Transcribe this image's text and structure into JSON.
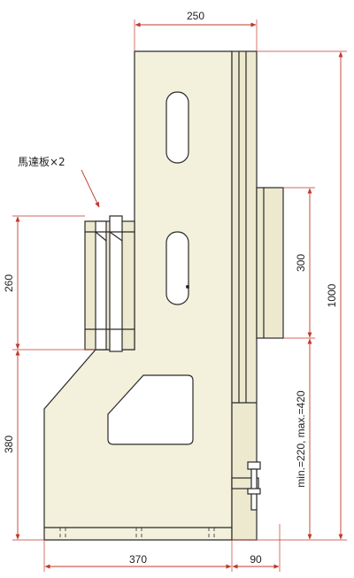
{
  "colors": {
    "dimension": "#c0392b",
    "outline": "#2a2a2a",
    "body_fill": "#f3f1dc",
    "background": "#ffffff"
  },
  "labels": {
    "callout": "馬達板×2"
  },
  "dimensions": {
    "top_width": "250",
    "total_height": "1000",
    "motor_plate_height": "260",
    "lower_height": "380",
    "flange_height": "300",
    "adjust_range": "min.=220, max.=420",
    "base_width": "370",
    "right_offset": "90"
  }
}
